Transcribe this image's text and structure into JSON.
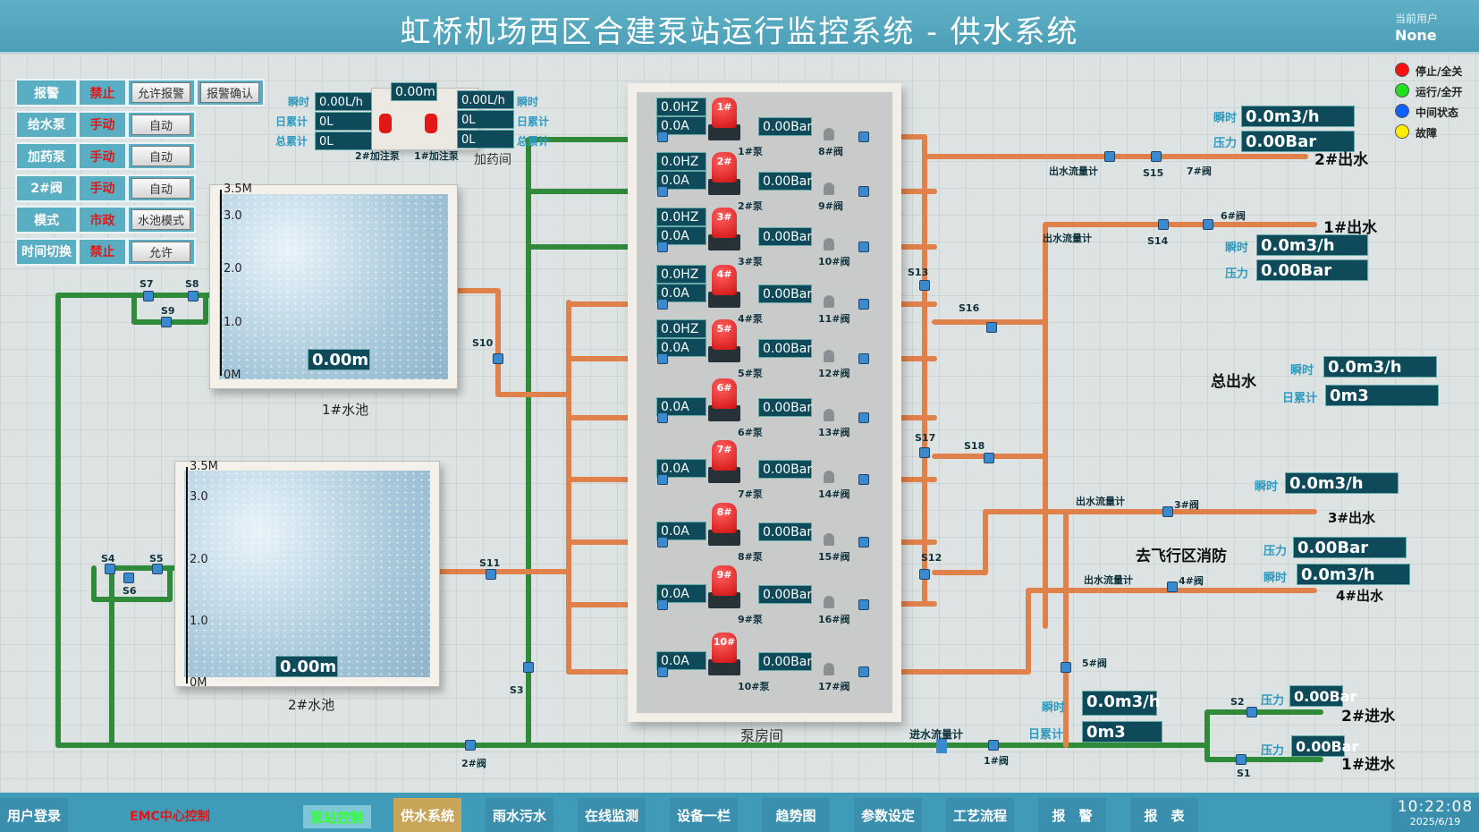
{
  "header": {
    "title": "虹桥机场西区合建泵站运行监控系统 - 供水系统",
    "user_label": "当前用户",
    "user_name": "None"
  },
  "controls": [
    {
      "name": "报警",
      "state": "禁止",
      "buttons": [
        "允许报警",
        "报警确认"
      ]
    },
    {
      "name": "给水泵",
      "state": "手动",
      "buttons": [
        "自动"
      ]
    },
    {
      "name": "加药泵",
      "state": "手动",
      "buttons": [
        "自动"
      ]
    },
    {
      "name": "2#阀",
      "state": "手动",
      "buttons": [
        "自动"
      ]
    },
    {
      "name": "模式",
      "state": "市政",
      "buttons": [
        "水池模式"
      ]
    },
    {
      "name": "时间切换",
      "state": "禁止",
      "buttons": [
        "允许"
      ]
    }
  ],
  "dosing": {
    "level": "0.00m",
    "left": {
      "inst_label": "瞬时",
      "inst": "0.00L/h",
      "day_label": "日累计",
      "day": "0L",
      "total_label": "总累计",
      "total": "0L"
    },
    "right": {
      "inst_label": "瞬时",
      "inst": "0.00L/h",
      "day_label": "日累计",
      "day": "0L",
      "total_label": "总累计",
      "total": "0L"
    },
    "pump2": "2#加注泵",
    "pump1": "1#加注泵",
    "room": "加药间"
  },
  "pools": [
    {
      "name": "1#水池",
      "level": "0.00m",
      "ticks": [
        "3.5M",
        "3.0",
        "2.0",
        "1.0",
        "0M"
      ]
    },
    {
      "name": "2#水池",
      "level": "0.00m",
      "ticks": [
        "3.5M",
        "3.0",
        "2.0",
        "1.0",
        "0M"
      ]
    }
  ],
  "pumps": [
    {
      "id": "1#",
      "hz": "0.0HZ",
      "amp": "0.0A",
      "bar": "0.00Bar",
      "label": "1#泵",
      "valve": "8#阀"
    },
    {
      "id": "2#",
      "hz": "0.0HZ",
      "amp": "0.0A",
      "bar": "0.00Bar",
      "label": "2#泵",
      "valve": "9#阀"
    },
    {
      "id": "3#",
      "hz": "0.0HZ",
      "amp": "0.0A",
      "bar": "0.00Bar",
      "label": "3#泵",
      "valve": "10#阀"
    },
    {
      "id": "4#",
      "hz": "0.0HZ",
      "amp": "0.0A",
      "bar": "0.00Bar",
      "label": "4#泵",
      "valve": "11#阀"
    },
    {
      "id": "5#",
      "hz": "0.0HZ",
      "amp": "0.0A",
      "bar": "0.00Bar",
      "label": "5#泵",
      "valve": "12#阀"
    },
    {
      "id": "6#",
      "amp": "0.0A",
      "bar": "0.00Bar",
      "label": "6#泵",
      "valve": "13#阀"
    },
    {
      "id": "7#",
      "amp": "0.0A",
      "bar": "0.00Bar",
      "label": "7#泵",
      "valve": "14#阀"
    },
    {
      "id": "8#",
      "amp": "0.0A",
      "bar": "0.00Bar",
      "label": "8#泵",
      "valve": "15#阀"
    },
    {
      "id": "9#",
      "amp": "0.0A",
      "bar": "0.00Bar",
      "label": "9#泵",
      "valve": "16#阀"
    },
    {
      "id": "10#",
      "amp": "0.0A",
      "bar": "0.00Bar",
      "label": "10#泵",
      "valve": "17#阀"
    }
  ],
  "pump_room": "泵房间",
  "valve_labels": {
    "s1": "S1",
    "s2": "S2",
    "s3": "S3",
    "s4": "S4",
    "s5": "S5",
    "s6": "S6",
    "s7": "S7",
    "s8": "S8",
    "s9": "S9",
    "s10": "S10",
    "s11": "S11",
    "s12": "S12",
    "s13": "S13",
    "s14": "S14",
    "s15": "S15",
    "s16": "S16",
    "s17": "S17",
    "s18": "S18",
    "v1": "1#阀",
    "v2": "2#阀",
    "v3": "3#阀",
    "v4": "4#阀",
    "v5": "5#阀",
    "v6": "6#阀",
    "v7": "7#阀"
  },
  "outlets": {
    "out2": {
      "name": "2#出水",
      "inst_label": "瞬时",
      "inst": "0.0m3/h",
      "press_label": "压力",
      "press": "0.00Bar",
      "meter": "出水流量计"
    },
    "out1": {
      "name": "1#出水",
      "inst_label": "瞬时",
      "inst": "0.0m3/h",
      "press_label": "压力",
      "press": "0.00Bar",
      "meter": "出水流量计"
    },
    "total": {
      "name": "总出水",
      "inst_label": "瞬时",
      "inst": "0.0m3/h",
      "day_label": "日累计",
      "day": "0m3"
    },
    "out3": {
      "name": "3#出水",
      "inst_label": "瞬时",
      "inst": "0.0m3/h",
      "meter": "出水流量计"
    },
    "fire": {
      "name": "去飞行区消防",
      "press_label": "压力",
      "press": "0.00Bar",
      "inst_label": "瞬时",
      "inst": "0.0m3/h"
    },
    "out4": {
      "name": "4#出水",
      "meter": "出水流量计"
    }
  },
  "inlets": {
    "meter": "进水流量计",
    "inst_label": "瞬时",
    "inst": "0.0m3/h",
    "day_label": "日累计",
    "day": "0m3",
    "in2": {
      "name": "2#进水",
      "press_label": "压力",
      "press": "0.00Bar"
    },
    "in1": {
      "name": "1#进水",
      "press_label": "压力",
      "press": "0.00Bar"
    }
  },
  "legend": [
    {
      "label": "停止/全关",
      "color": "#ff1010"
    },
    {
      "label": "运行/全开",
      "color": "#20e020"
    },
    {
      "label": "中间状态",
      "color": "#1060ff"
    },
    {
      "label": "故障",
      "color": "#ffee00"
    }
  ],
  "nav": {
    "login": "用户登录",
    "emc": "EMC中心控制",
    "items": [
      "泵站控制",
      "供水系统",
      "雨水污水",
      "在线监测",
      "设备一栏",
      "趋势图",
      "参数设定",
      "工艺流程",
      "报　警",
      "报　表"
    ],
    "time": "10:22:08",
    "date": "2025/6/19"
  }
}
